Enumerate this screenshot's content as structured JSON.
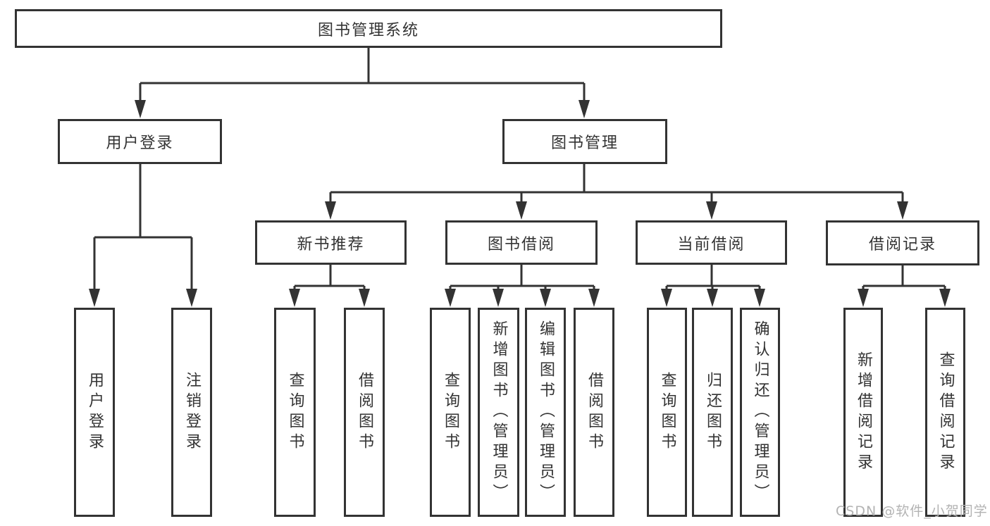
{
  "colors": {
    "line": "#333333",
    "text": "#333333",
    "background": "#ffffff",
    "watermark": "#b3b3b3"
  },
  "watermark": {
    "text": "CSDN @软件_小贺同学"
  },
  "tree": {
    "label": "图书管理系统",
    "children": [
      {
        "label": "用户登录",
        "children": [
          {
            "label": "用户登录"
          },
          {
            "label": "注销登录"
          }
        ]
      },
      {
        "label": "图书管理",
        "children": [
          {
            "label": "新书推荐",
            "children": [
              {
                "label": "查询图书"
              },
              {
                "label": "借阅图书"
              }
            ]
          },
          {
            "label": "图书借阅",
            "children": [
              {
                "label": "查询图书"
              },
              {
                "label": "新增图书（管理员）"
              },
              {
                "label": "编辑图书（管理员）"
              },
              {
                "label": "借阅图书"
              }
            ]
          },
          {
            "label": "当前借阅",
            "children": [
              {
                "label": "查询图书"
              },
              {
                "label": "归还图书"
              },
              {
                "label": "确认归还（管理员）"
              }
            ]
          },
          {
            "label": "借阅记录",
            "children": [
              {
                "label": "新增借阅记录"
              },
              {
                "label": "查询借阅记录"
              }
            ]
          }
        ]
      }
    ]
  }
}
